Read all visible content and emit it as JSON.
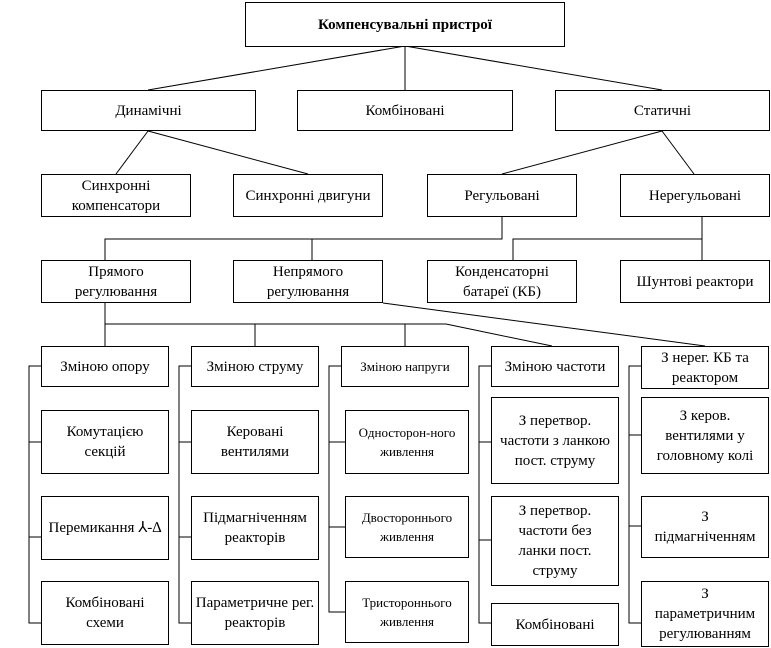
{
  "root": "Компенсувальні пристрої",
  "level1": {
    "dynamic": "Динамічні",
    "combined": "Комбіновані",
    "static": "Статичні"
  },
  "dynamic": {
    "sync_comp": "Синхронні компенсатори",
    "sync_motors": "Синхронні двигуни"
  },
  "static": {
    "regulated": "Регульовані",
    "unregulated": "Нерегульовані"
  },
  "regulated": {
    "direct": "Прямого регулювання",
    "indirect": "Непрямого регулювання"
  },
  "unregulated": {
    "capacitor_banks": "Конденсаторні батареї (КБ)",
    "shunt_reactors": "Шунтові реактори"
  },
  "columns": {
    "resistance": {
      "head": "Зміною опору",
      "items": [
        "Комутацією секцій",
        "Перемикання ⅄-∆",
        "Комбіновані схеми"
      ]
    },
    "current": {
      "head": "Зміною струму",
      "items": [
        "Керовані вентилями",
        "Підмагніченням реакторів",
        "Параметричне рег. реакторів"
      ]
    },
    "voltage": {
      "head": "Зміною напруги",
      "items": [
        "Односторон-ного живлення",
        "Двостороннього живлення",
        "Тристороннього живлення"
      ]
    },
    "frequency": {
      "head": "Зміною частоти",
      "items": [
        "З перетвор. частоти з ланкою пост. струму",
        "З перетвор. частоти без ланки пост. струму",
        "Комбіновані"
      ]
    },
    "unreg_kb": {
      "head": "З нерег. КБ та реактором",
      "items": [
        "З керов. вентилями у головному колі",
        "З підмагніченням",
        "З параметричним регулюванням"
      ]
    }
  }
}
